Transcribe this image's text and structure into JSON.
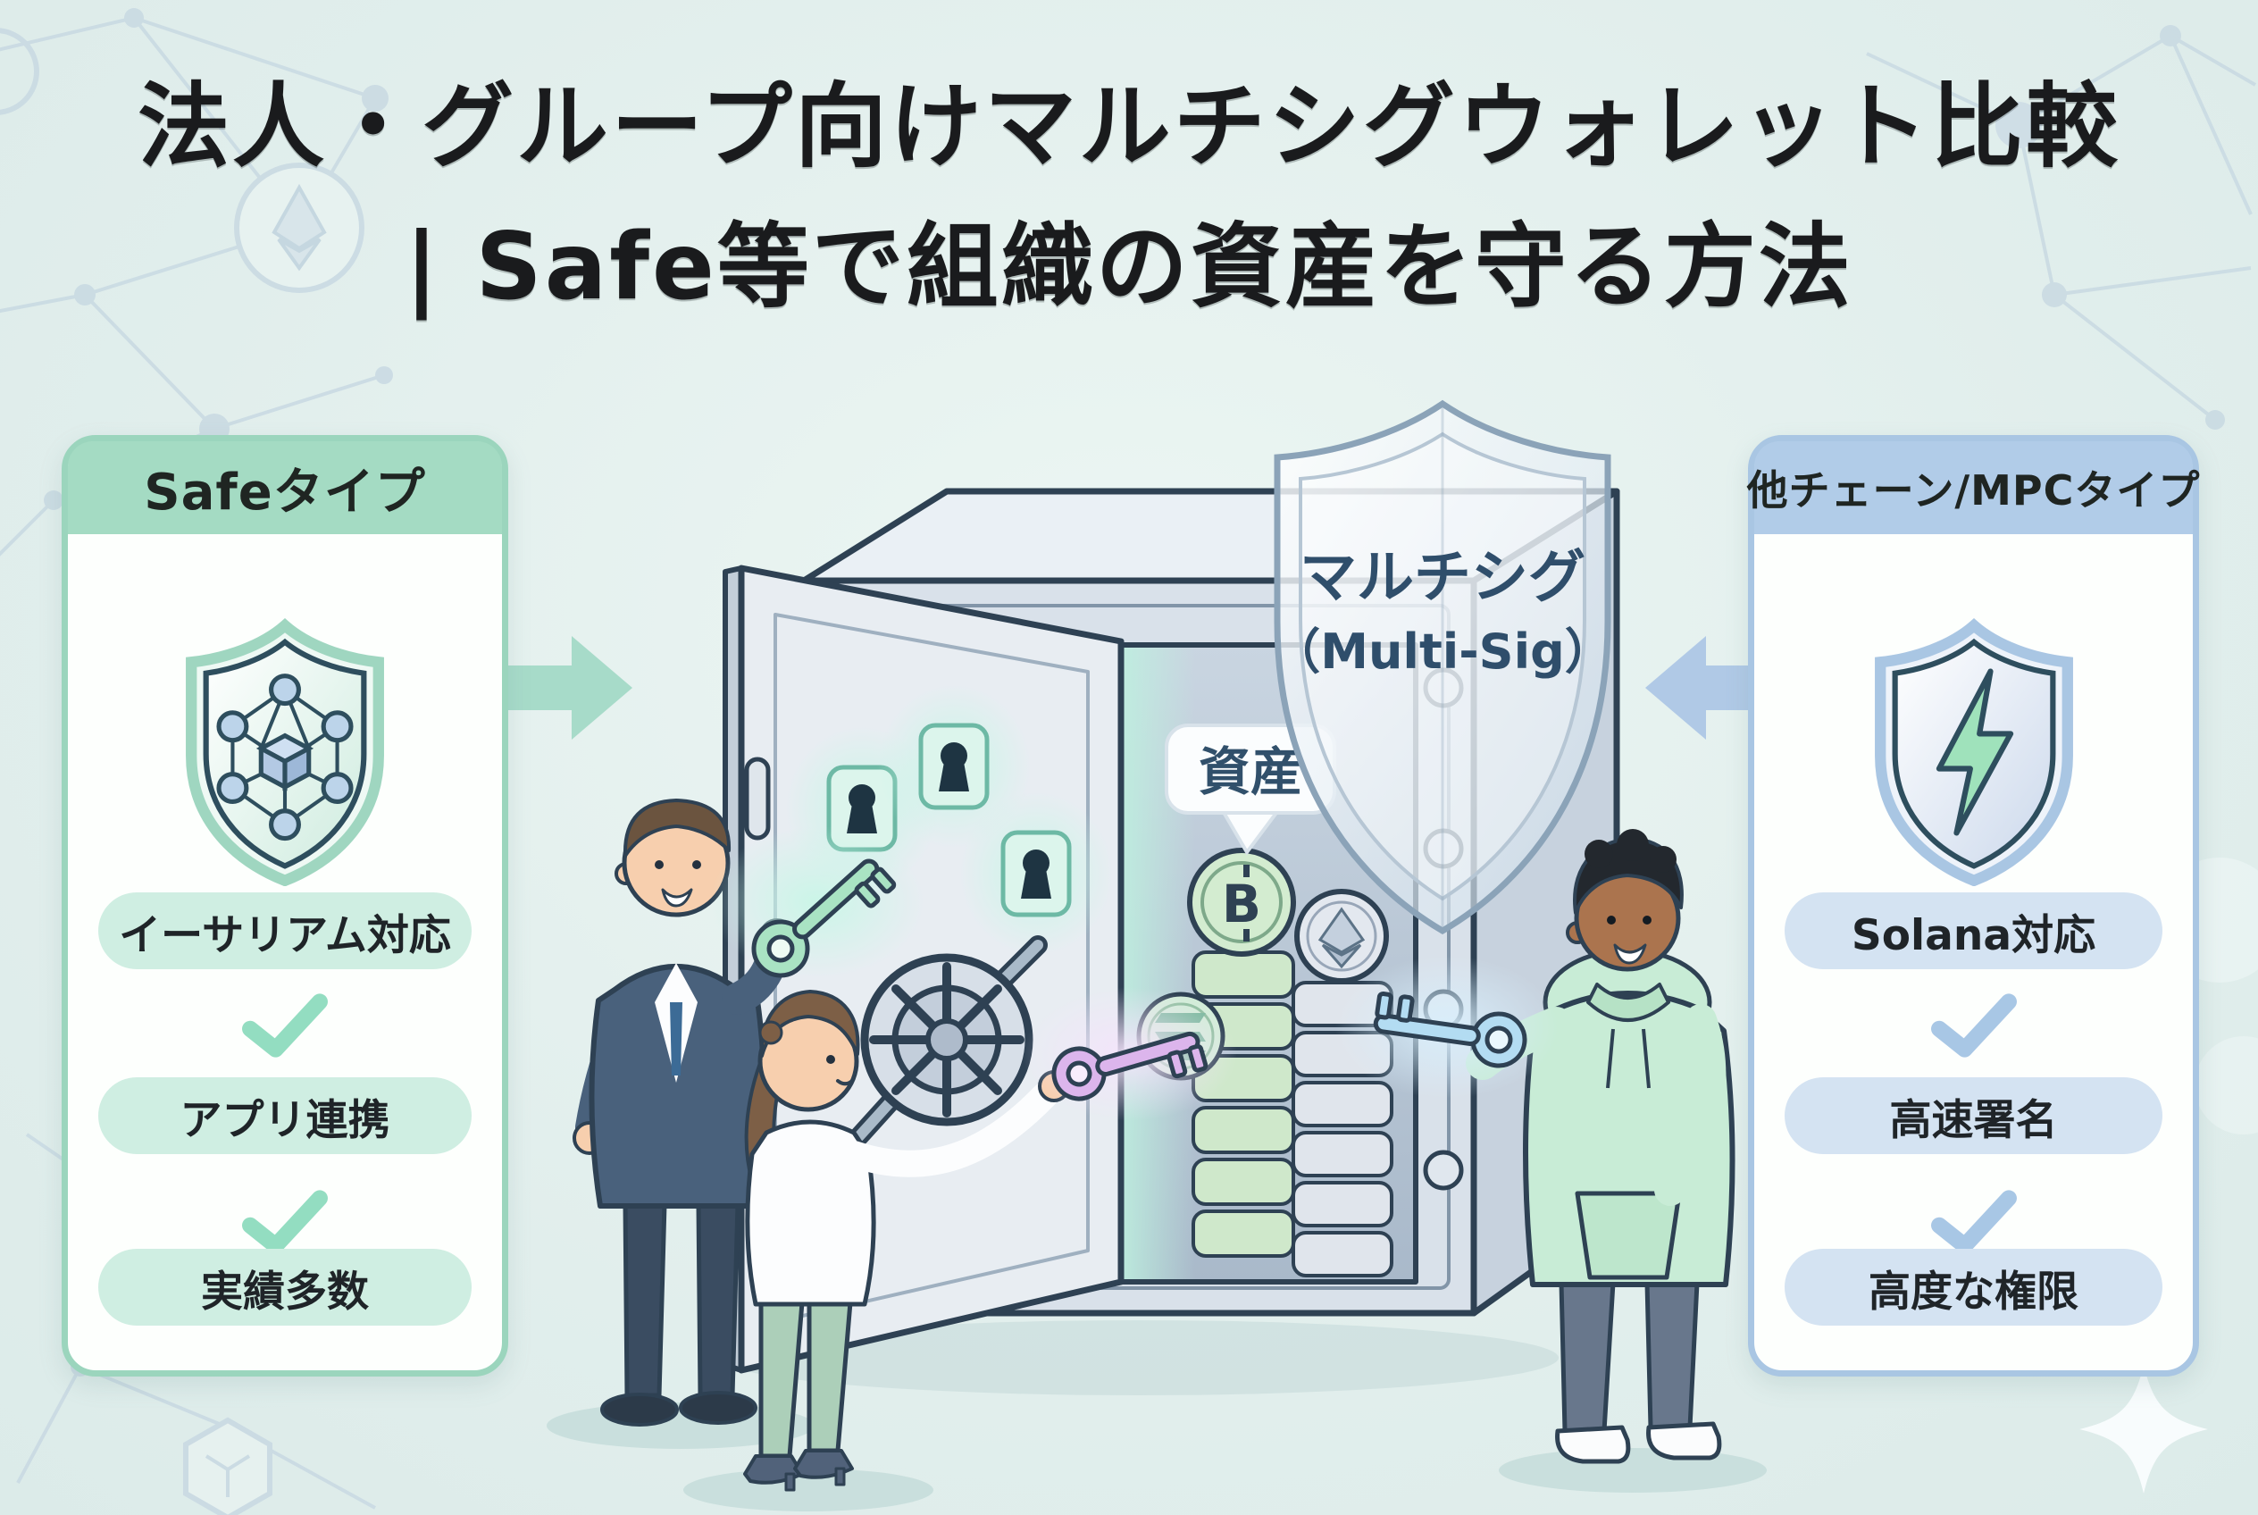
{
  "title": {
    "line1": "法人・グループ向けマルチシグウォレット比較",
    "line2": "| Safe等で組織の資産を守る方法"
  },
  "left_panel": {
    "header": "Safeタイプ",
    "features": [
      "イーサリアム対応",
      "アプリ連携",
      "実績多数"
    ],
    "icon": "shield-network-icon",
    "accent_color": "#a4dbc3",
    "pill_color": "#cfeee2",
    "check_color": "#93ddc1"
  },
  "right_panel": {
    "header": "他チェーン/MPCタイプ",
    "features": [
      "Solana対応",
      "高速署名",
      "高度な権限"
    ],
    "icon": "shield-lightning-icon",
    "accent_color": "#b1cce8",
    "pill_color": "#d4e3f2",
    "check_color": "#a8c7e5"
  },
  "center": {
    "shield_label_jp": "マルチシグ",
    "shield_label_en": "（Multi-Sig）",
    "assets_label": "資産",
    "bitcoin_symbol": "B"
  },
  "background_color": "#e1eeec"
}
